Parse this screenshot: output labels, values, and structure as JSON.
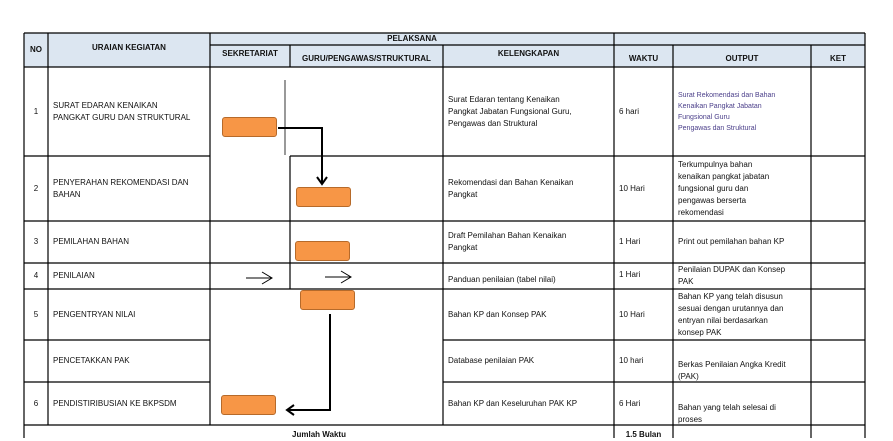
{
  "header": {
    "no": "NO",
    "uraian": "URAIAN KEGIATAN",
    "pelaksana": "PELAKSANA",
    "sekretariat": "SEKRETARIAT",
    "guru": "GURU/PENGAWAS/STRUKTURAL",
    "kelengkapan": "KELENGKAPAN",
    "waktu": "WAKTU",
    "output": "OUTPUT",
    "ket": "KET"
  },
  "rows": [
    {
      "no": "1",
      "uraian": "SURAT EDARAN KENAIKAN\nPANGKAT GURU  DAN STRUKTURAL",
      "kelengkapan": "Surat Edaran tentang  Kenaikan\nPangkat Jabatan  Fungsional  Guru,\nPengawas dan Struktural",
      "waktu": "6 hari",
      "output": "Surat Rekomendasi  dan Bahan\nKenaikan Pangkat Jabatan\nFungsional Guru\nPengawas  dan Struktural"
    },
    {
      "no": "2",
      "uraian": "PENYERAHAN  REKOMENDASI DAN\nBAHAN",
      "kelengkapan": "Rekomendasi dan Bahan Kenaikan\nPangkat",
      "waktu": "10 Hari",
      "output": "Terkumpulnya bahan\nkenaikan pangkat jabatan\nfungsional guru dan\npengawas berserta\nrekomendasi"
    },
    {
      "no": "3",
      "uraian": "PEMILAHAN BAHAN",
      "kelengkapan": "Draft Pemilahan  Bahan Kenaikan\nPangkat",
      "waktu": "1 Hari",
      "output": "Print out pemilahan  bahan  KP"
    },
    {
      "no": "4",
      "uraian": "PENILAIAN",
      "kelengkapan": "Panduan penilaian  (tabel nilai)",
      "waktu": "1 Hari",
      "output": "Penilaian DUPAK dan Konsep\nPAK"
    },
    {
      "no": "5",
      "uraian": "PENGENTRYAN  NILAI",
      "kelengkapan": "Bahan KP dan Konsep  PAK",
      "waktu": "10 Hari",
      "output": "Bahan KP yang telah disusun\nsesuai dengan urutannya dan\nentryan nilai berdasarkan\nkonsep PAK"
    },
    {
      "no": "",
      "uraian": "PENCETAKKAN  PAK",
      "kelengkapan": "Database penilaian  PAK",
      "waktu": "10 hari",
      "output": "Berkas Penilaian  Angka Kredit\n(PAK)"
    },
    {
      "no": "6",
      "uraian": "PENDISTIRIBUSIAN KE BKPSDM",
      "kelengkapan": "Bahan KP dan Keseluruhan  PAK KP",
      "waktu": "6 Hari",
      "output": "Bahan yang telah selesai di\nproses"
    }
  ],
  "total": {
    "label": "Jumlah Waktu",
    "value": "1.5 Bulan"
  },
  "colors": {
    "header_bg": "#dce6f1",
    "box": "#f79646",
    "output1": "#4b3f8a"
  }
}
